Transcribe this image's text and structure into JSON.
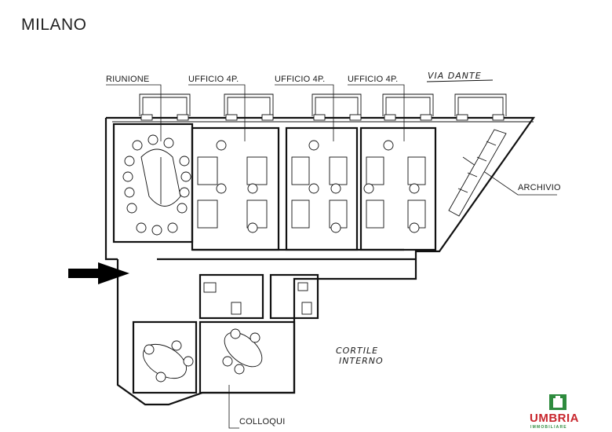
{
  "city": "MILANO",
  "street": "VIA DANTE",
  "rooms": {
    "riunione": "RIUNIONE",
    "ufficio1": "UFFICIO  4P.",
    "ufficio2": "UFFICIO  4P.",
    "ufficio3": "UFFICIO  4P.",
    "archivio": "ARCHIVIO",
    "cortile_line1": "CORTILE",
    "cortile_line2": "INTERNO",
    "colloqui": "COLLOQUI"
  },
  "logo": {
    "name": "UMBRIA",
    "tagline": "IMMOBILIARE",
    "color_red": "#c8262d",
    "color_green": "#2e8b3e"
  },
  "icons": [
    "entrance-arrow-icon",
    "umbria-logo-icon"
  ]
}
